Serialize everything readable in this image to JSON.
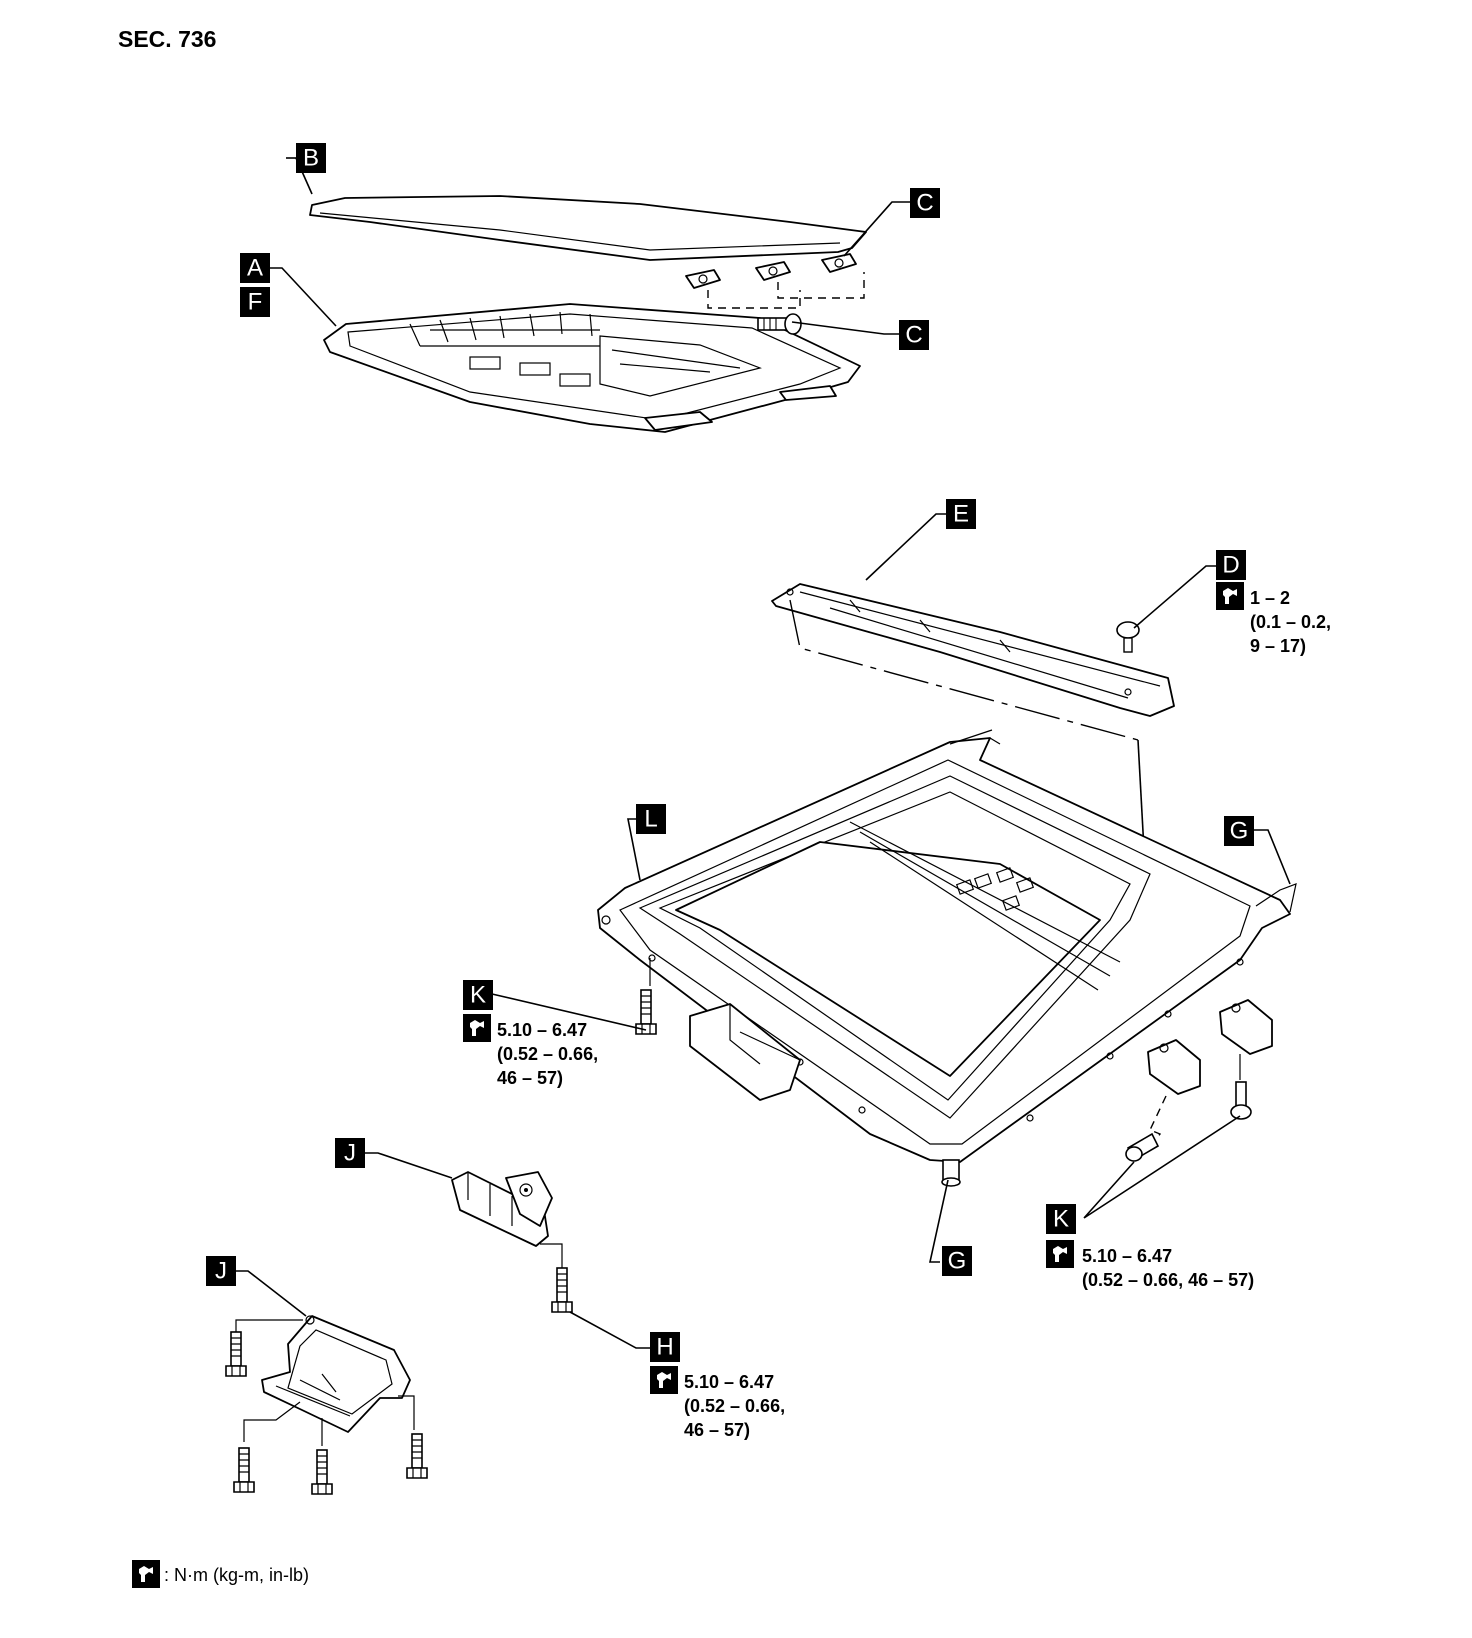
{
  "section": "SEC. 736",
  "callouts": {
    "A": "A",
    "B": "B",
    "C": "C",
    "D": "D",
    "E": "E",
    "F": "F",
    "G": "G",
    "H": "H",
    "J": "J",
    "K": "K",
    "L": "L"
  },
  "torque": {
    "D": [
      "1 – 2",
      "(0.1 – 0.2,",
      "9 – 17)"
    ],
    "K_left": [
      "5.10 – 6.47",
      "(0.52 – 0.66,",
      "46 – 57)"
    ],
    "K_right": [
      "5.10 – 6.47",
      "(0.52 – 0.66, 46 – 57)"
    ],
    "H": [
      "5.10 – 6.47",
      "(0.52 – 0.66,",
      "46 – 57)"
    ]
  },
  "legend": {
    "text": ": N·m (kg-m, in-lb)",
    "icon": "torque-wrench-icon"
  }
}
